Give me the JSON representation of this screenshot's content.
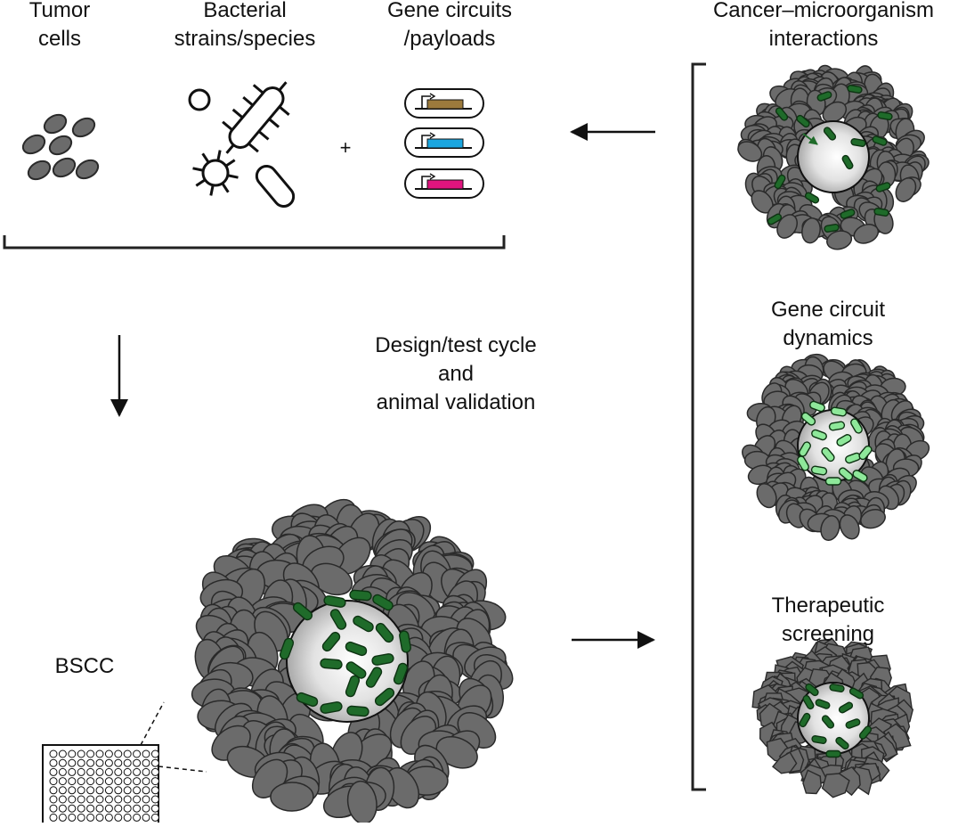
{
  "labels": {
    "tumor_cells": [
      "Tumor",
      "cells"
    ],
    "bacterial_strains": [
      "Bacterial",
      "strains/species"
    ],
    "gene_circuits": [
      "Gene circuits",
      "/payloads"
    ],
    "plus": "+",
    "cancer_micro": [
      "Cancer–microorganism",
      "interactions"
    ],
    "gene_dynamics": [
      "Gene circuit",
      "dynamics"
    ],
    "therapeutic": [
      "Therapeutic",
      "screening"
    ],
    "design_cycle": [
      "Design/test cycle",
      "and",
      "animal validation"
    ],
    "bscc": "BSCC"
  },
  "colors": {
    "tumor_cell": "#6b6b6b",
    "tumor_stroke": "#2a2a2a",
    "bacteria_dark": "#1f6b2a",
    "bacteria_light": "#8ee89a",
    "payload_brown": "#9c7a3c",
    "payload_blue": "#1aa6e0",
    "payload_magenta": "#e0147e"
  },
  "icons": [
    "promoter-arrow-icon",
    "arrow-left-icon",
    "arrow-down-icon",
    "arrow-right-icon",
    "microwell-plate-icon"
  ]
}
